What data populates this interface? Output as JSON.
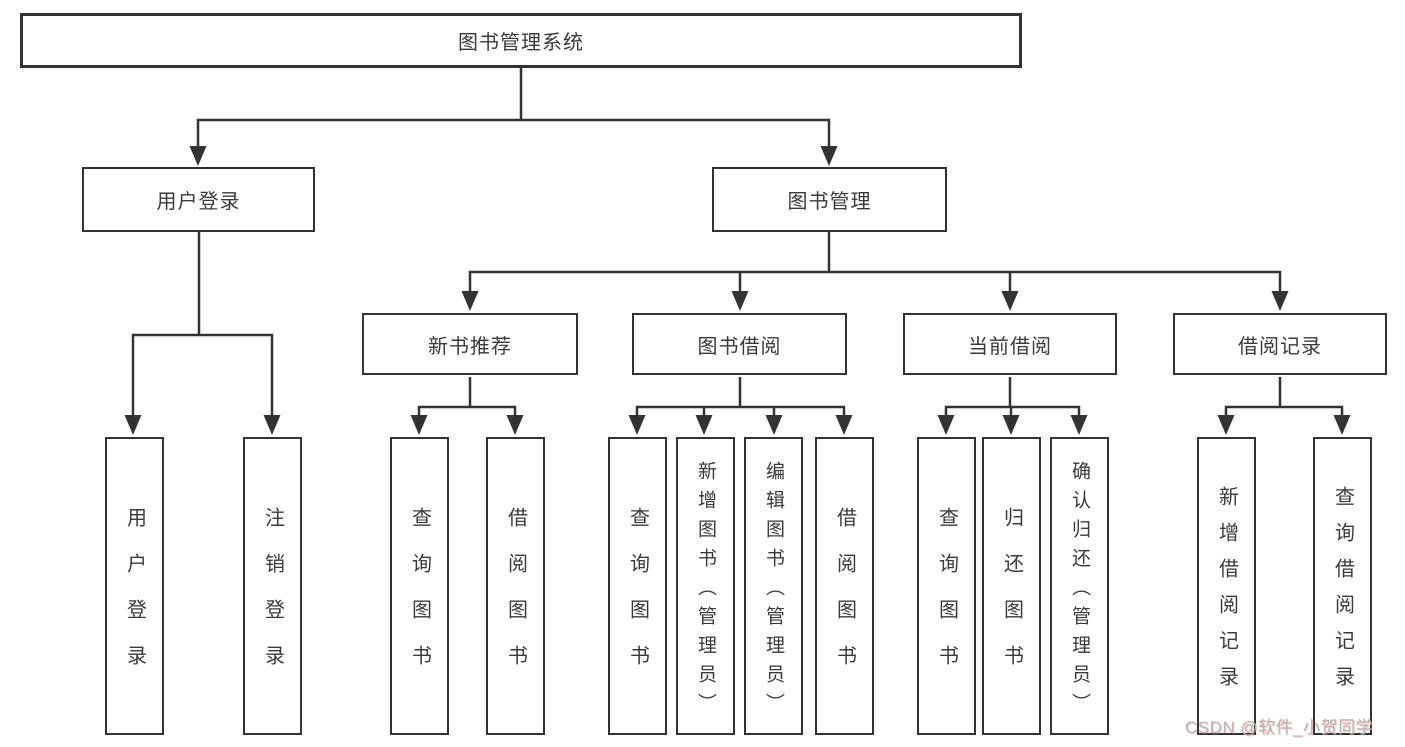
{
  "tree": {
    "root": "图书管理系统",
    "children": [
      {
        "label": "用户登录",
        "children": [
          "用户登录",
          "注销登录"
        ]
      },
      {
        "label": "图书管理",
        "children": [
          {
            "label": "新书推荐",
            "children": [
              "查询图书",
              "借阅图书"
            ]
          },
          {
            "label": "图书借阅",
            "children": [
              "查询图书",
              "新增图书（管理员）",
              "编辑图书（管理员）",
              "借阅图书"
            ]
          },
          {
            "label": "当前借阅",
            "children": [
              "查询图书",
              "归还图书",
              "确认归还（管理员）"
            ]
          },
          {
            "label": "借阅记录",
            "children": [
              "新增借阅记录",
              "查询借阅记录"
            ]
          }
        ]
      }
    ]
  },
  "watermark": "CSDN @软件_小贺同学",
  "colors": {
    "line": "#333333",
    "text": "#3a3a3a",
    "background": "#ffffff",
    "watermark": "#b5b5b5"
  }
}
